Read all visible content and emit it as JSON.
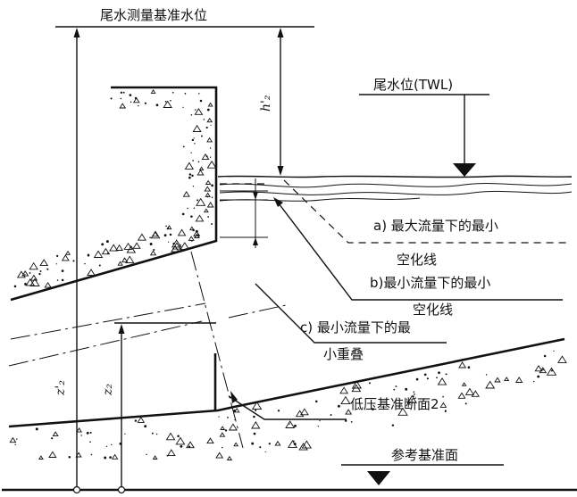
{
  "labels": {
    "top_datum": "尾水测量基准水位",
    "twl": "尾水位(TWL)",
    "h2_prime": "h'₂",
    "z2_prime": "z'₂",
    "z2": "z₂",
    "label_a_line1": "a) 最大流量下的最小",
    "label_a_line2": "空化线",
    "label_b_line1": "b)最小流量下的最小",
    "label_b_line2": "空化线",
    "label_c_line1": "c) 最小流量下的最",
    "label_c_line2": "小重叠",
    "low_pressure": "低压基准断面2",
    "reference": "参考基准面"
  }
}
